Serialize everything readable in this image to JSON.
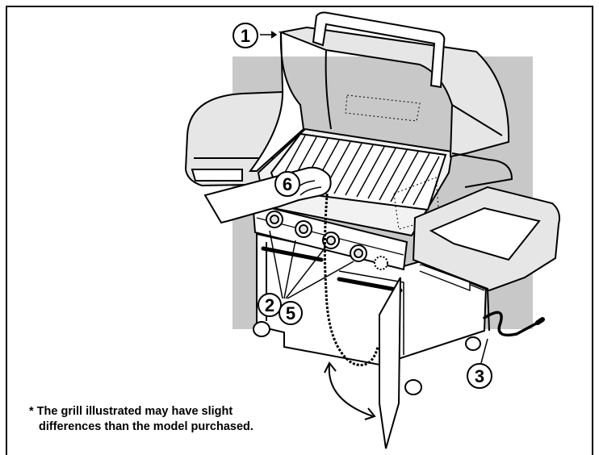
{
  "callouts": {
    "c1": "1",
    "c2": "2",
    "c3": "3",
    "c5": "5",
    "c6": "6"
  },
  "note": {
    "line1": "* The grill illustrated may have slight",
    "line2": "differences than the model purchased."
  },
  "colors": {
    "backdrop": "#c8c8c8",
    "line": "#000000",
    "fill": "#ffffff",
    "shade": "#e6e6e6"
  }
}
